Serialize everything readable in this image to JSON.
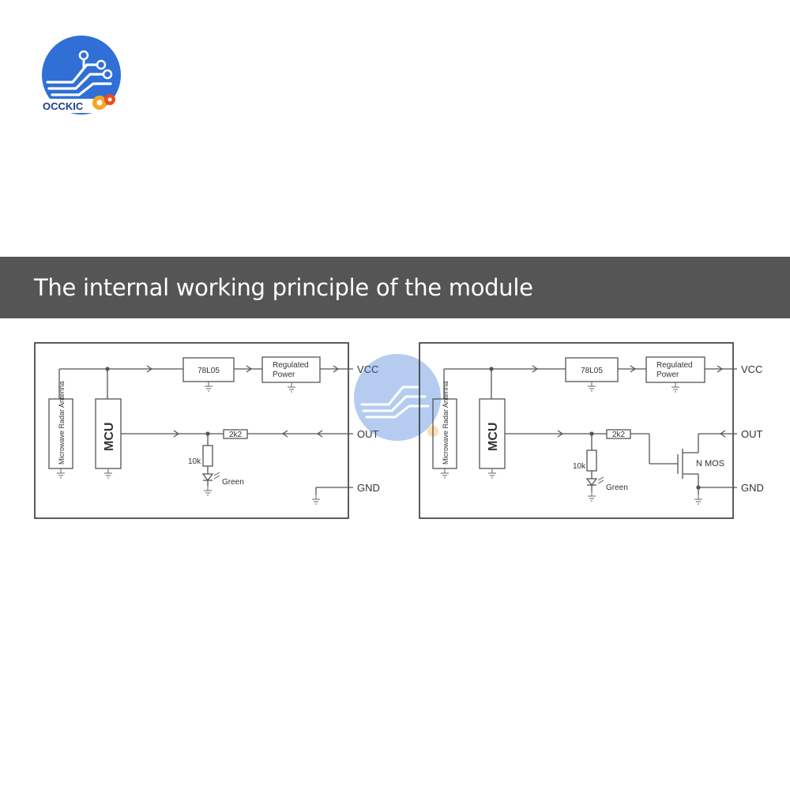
{
  "brand": {
    "name": "OCCKIC"
  },
  "banner": {
    "title": "The internal working principle of the module"
  },
  "colors": {
    "banner_bg": "#555555",
    "logo_blue": "#2f6fd6",
    "line": "#555555"
  },
  "circuit_left": {
    "antenna": "Microwave Radar Antenna",
    "mcu": "MCU",
    "regulator": "78L05",
    "regulated_power": [
      "Regulated",
      "Power"
    ],
    "resistor_out": "2k2",
    "resistor_led": "10k",
    "led": "Green",
    "pins": {
      "vcc": "VCC",
      "out": "OUT",
      "gnd": "GND"
    }
  },
  "circuit_right": {
    "antenna": "Microwave Radar Antenna",
    "mcu": "MCU",
    "regulator": "78L05",
    "regulated_power": [
      "Regulated",
      "Power"
    ],
    "resistor_out": "2k2",
    "resistor_led": "10k",
    "led": "Green",
    "transistor": "N MOS",
    "pins": {
      "vcc": "VCC",
      "out": "OUT",
      "gnd": "GND"
    }
  }
}
